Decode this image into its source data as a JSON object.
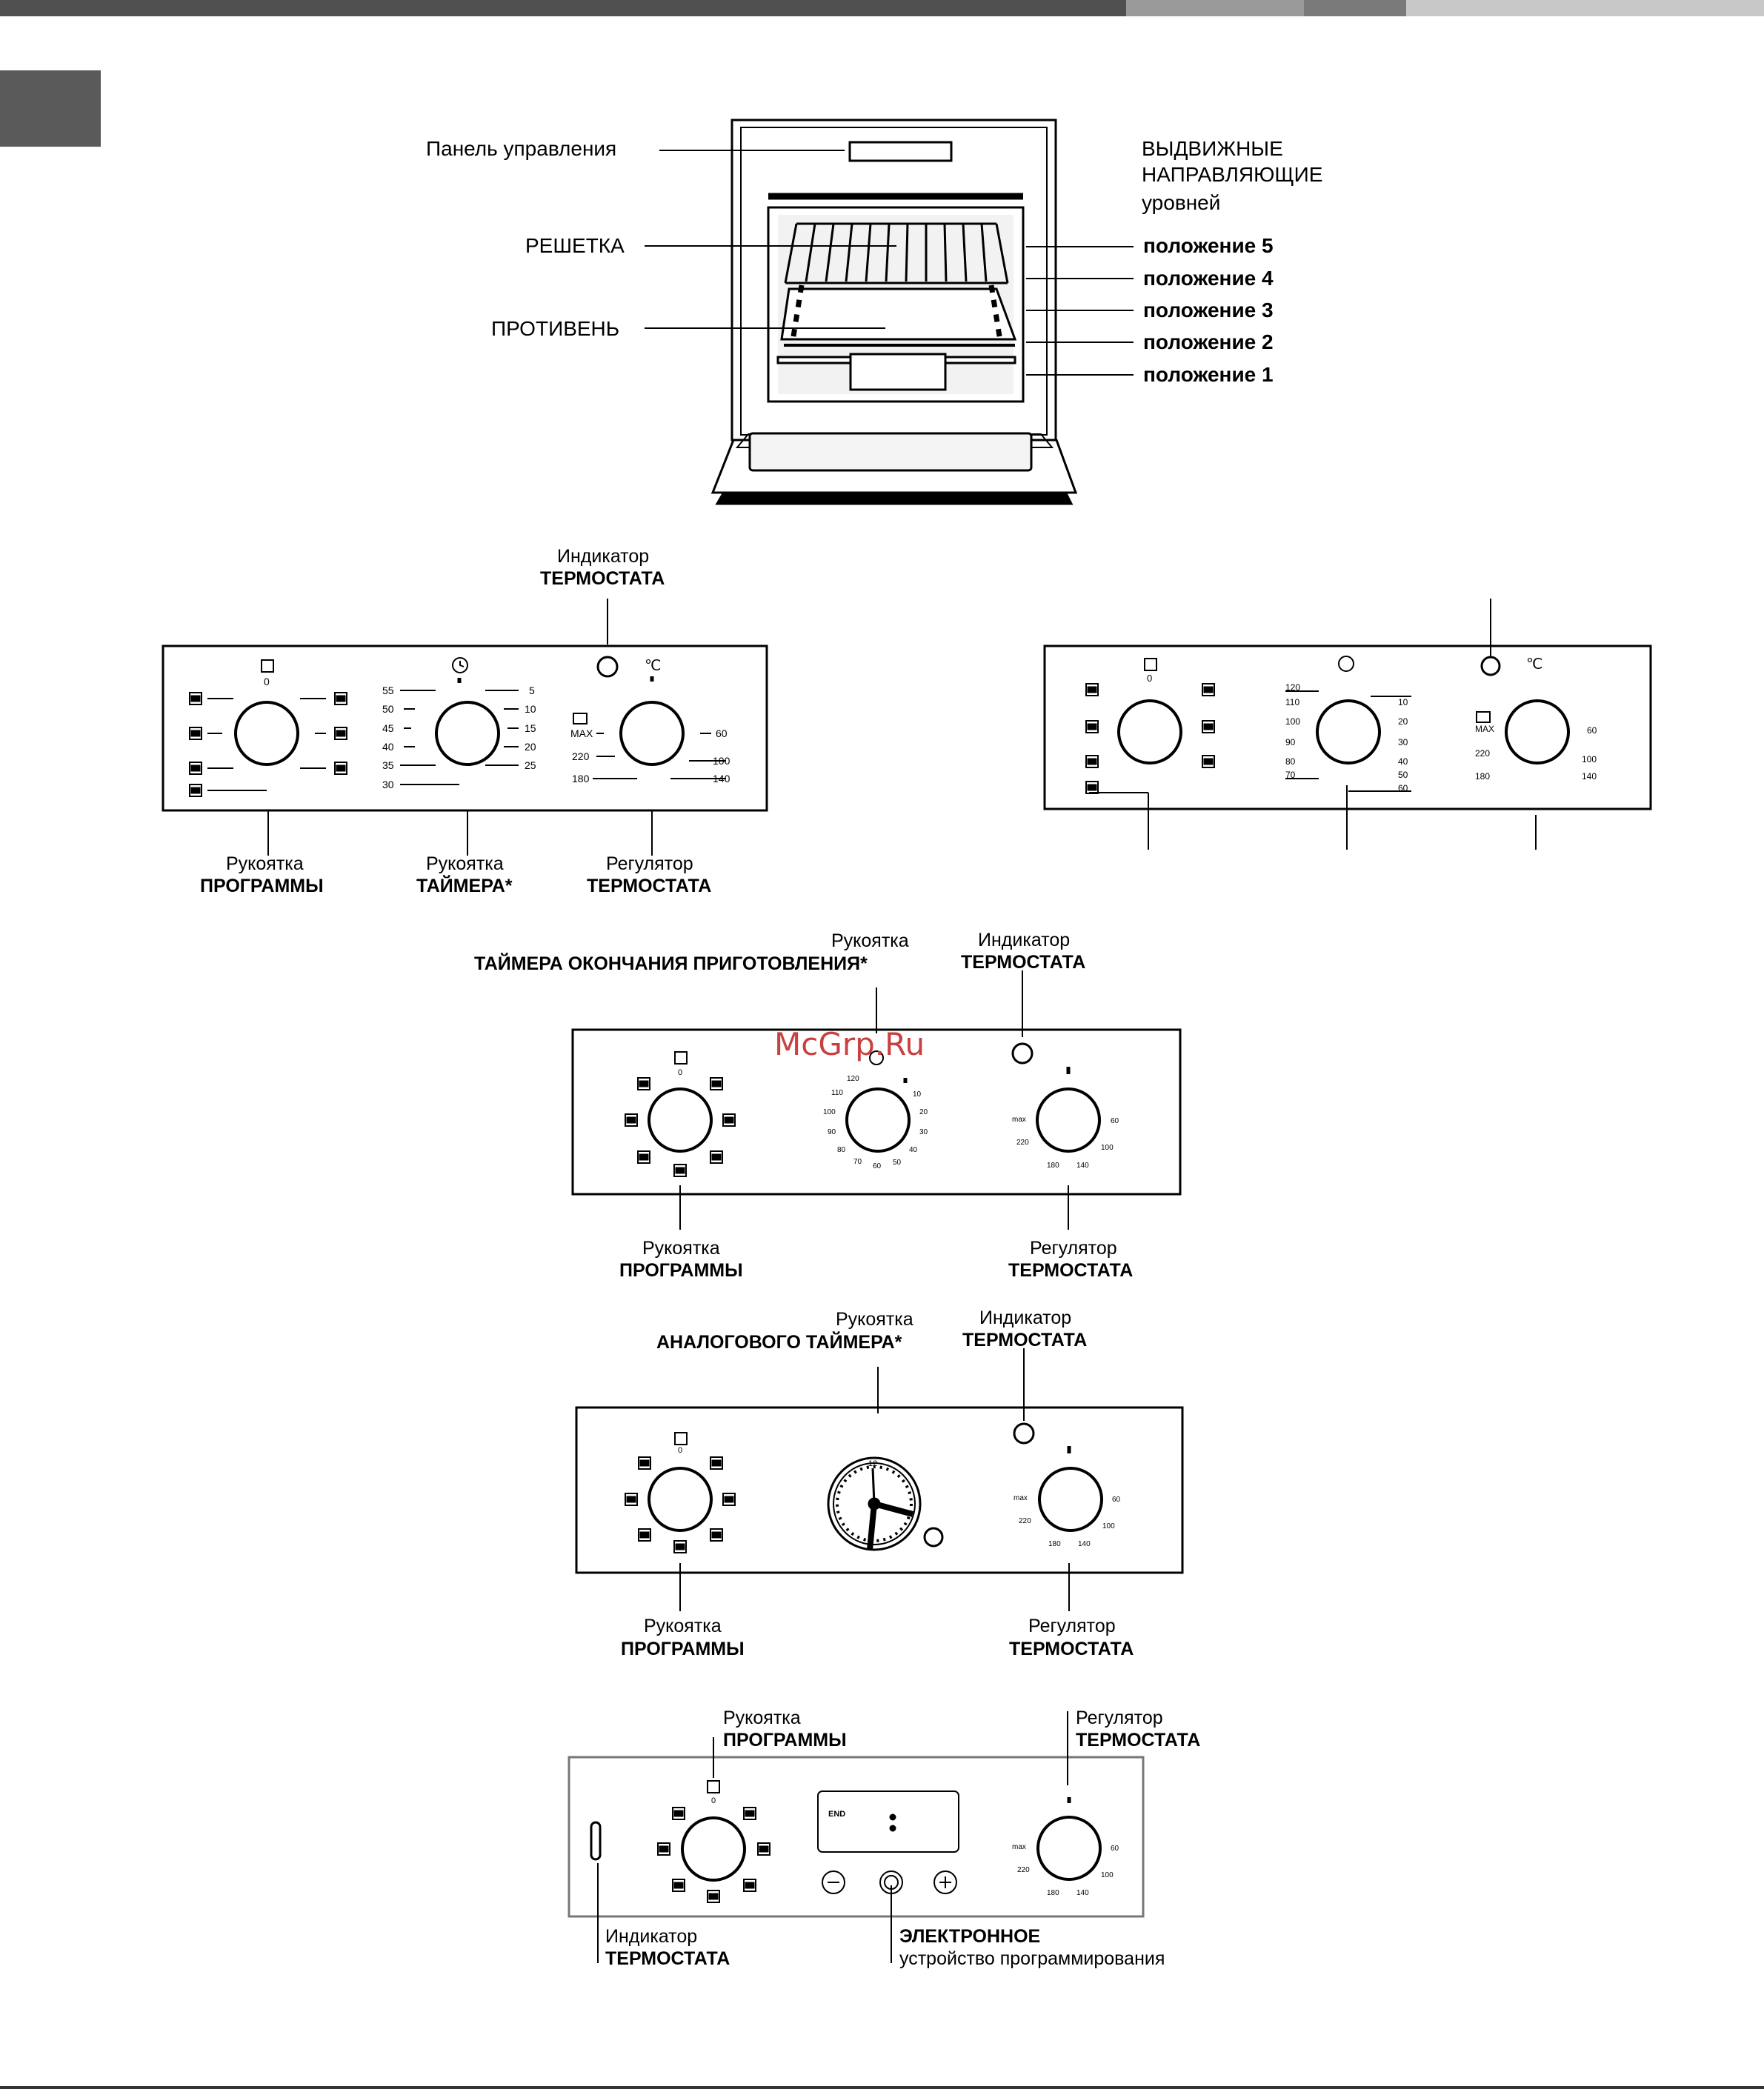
{
  "colors": {
    "top_bar_dark": "#505050",
    "top_bar_mid": "#9a9a9a",
    "top_bar_light": "#c8c8c8",
    "tab": "#5a5a5a",
    "watermark": "#c94040"
  },
  "oven": {
    "control_panel": "Панель управления",
    "rails_title_1": "ВЫДВИЖНЫЕ",
    "rails_title_2": "НАПРАВЛЯЮЩИЕ",
    "rails_title_3": "уровней",
    "rack": "РЕШЕТКА",
    "tray": "ПРОТИВЕНЬ",
    "levels": [
      "положение 5",
      "положение 4",
      "положение 3",
      "положение 2",
      "положение 1"
    ]
  },
  "panel1": {
    "indicator_1": "Индикатор",
    "indicator_2": "ТЕРМОСТАТА",
    "prog_1": "Рукоятка",
    "prog_2": "ПРОГРАММЫ",
    "timer_1": "Рукоятка",
    "timer_2": "ТАЙМЕРА*",
    "thermo_1": "Регулятор",
    "thermo_2": "ТЕРМОСТАТА",
    "timer_left": [
      "55",
      "50",
      "45",
      "40",
      "35",
      "30"
    ],
    "timer_right": [
      "5",
      "10",
      "15",
      "20",
      "25"
    ],
    "thermo_left": [
      "MAX",
      "220",
      "180"
    ],
    "thermo_right": [
      "60",
      "100",
      "140"
    ],
    "zero": "0"
  },
  "panel2": {
    "timer_left": [
      "120",
      "110",
      "100",
      "90",
      "80",
      "70"
    ],
    "timer_right": [
      "10",
      "20",
      "30",
      "40",
      "50",
      "60"
    ],
    "thermo_left": [
      "MAX",
      "220",
      "180"
    ],
    "thermo_right": [
      "60",
      "100",
      "140"
    ],
    "zero": "0"
  },
  "panel3": {
    "timer_1": "Рукоятка",
    "timer_2": "ТАЙМЕРА ОКОНЧАНИЯ ПРИГОТОВЛЕНИЯ*",
    "indicator_1": "Индикатор",
    "indicator_2": "ТЕРМОСТАТА",
    "prog_1": "Рукоятка",
    "prog_2": "ПРОГРАММЫ",
    "thermo_1": "Регулятор",
    "thermo_2": "ТЕРМОСТАТА",
    "timer_scale": [
      "120",
      "110",
      "100",
      "90",
      "80",
      "70",
      "60",
      "50",
      "40",
      "30",
      "20",
      "10"
    ],
    "thermo_scale": [
      "max",
      "220",
      "180",
      "140",
      "100",
      "60"
    ],
    "zero": "0"
  },
  "panel4": {
    "timer_1": "Рукоятка",
    "timer_2": "АНАЛОГОВОГО ТАЙМЕРА*",
    "indicator_1": "Индикатор",
    "indicator_2": "ТЕРМОСТАТА",
    "prog_1": "Рукоятка",
    "prog_2": "ПРОГРАММЫ",
    "thermo_1": "Регулятор",
    "thermo_2": "ТЕРМОСТАТА",
    "clock_top": "12",
    "thermo_scale": [
      "max",
      "220",
      "180",
      "140",
      "100",
      "60"
    ],
    "zero": "0"
  },
  "panel5": {
    "prog_1": "Рукоятка",
    "prog_2": "ПРОГРАММЫ",
    "thermo_1": "Регулятор",
    "thermo_2": "ТЕРМОСТАТА",
    "indicator_1": "Индикатор",
    "indicator_2": "ТЕРМОСТАТА",
    "electronic_1": "ЭЛЕКТРОННОЕ",
    "electronic_2": "устройство программирования",
    "display_end": "END",
    "thermo_scale": [
      "max",
      "220",
      "180",
      "140",
      "100",
      "60"
    ],
    "zero": "0"
  },
  "watermark": "McGrp.Ru"
}
